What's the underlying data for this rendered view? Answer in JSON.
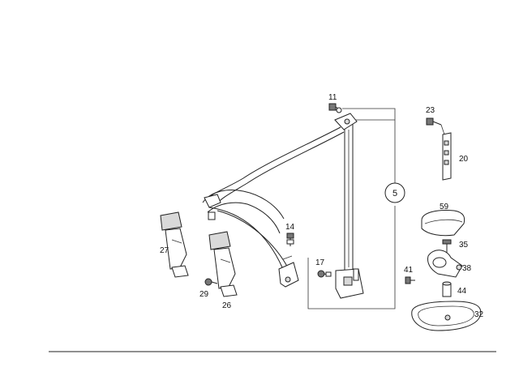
{
  "diagram": {
    "callout": "5",
    "parts": [
      {
        "id": "p11",
        "label": "11"
      },
      {
        "id": "p14",
        "label": "14"
      },
      {
        "id": "p17",
        "label": "17"
      },
      {
        "id": "p20",
        "label": "20"
      },
      {
        "id": "p23",
        "label": "23"
      },
      {
        "id": "p26",
        "label": "26"
      },
      {
        "id": "p27",
        "label": "27"
      },
      {
        "id": "p29",
        "label": "29"
      },
      {
        "id": "p32",
        "label": "32"
      },
      {
        "id": "p35",
        "label": "35"
      },
      {
        "id": "p38",
        "label": "38"
      },
      {
        "id": "p41",
        "label": "41"
      },
      {
        "id": "p44",
        "label": "44"
      },
      {
        "id": "p59",
        "label": "59"
      }
    ]
  }
}
